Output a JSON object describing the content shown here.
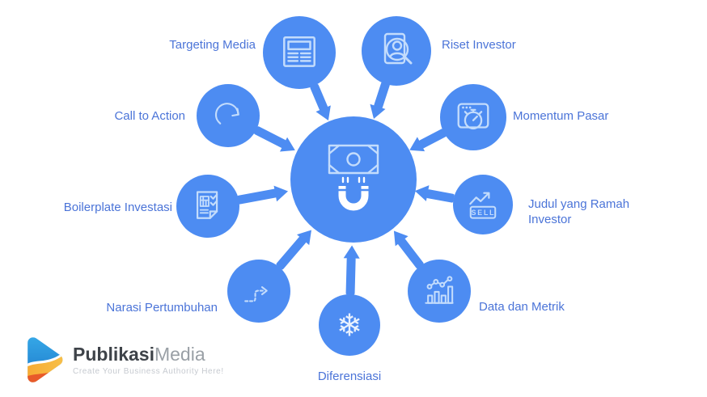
{
  "diagram": {
    "center_icon": "money-magnet",
    "nodes": [
      {
        "label": "Targeting Media",
        "icon": "newspaper"
      },
      {
        "label": "Riset Investor",
        "icon": "investor-search"
      },
      {
        "label": "Call to Action",
        "icon": "circular-arrow"
      },
      {
        "label": "Momentum Pasar",
        "icon": "browser-stopwatch"
      },
      {
        "label": "Boilerplate Investasi",
        "icon": "checklist-document"
      },
      {
        "label": "Judul yang Ramah Investor",
        "icon": "sell-trend-chart"
      },
      {
        "label": "Narasi Pertumbuhan",
        "icon": "dashed-growth-path"
      },
      {
        "label": "Diferensiasi",
        "icon": "snowflake"
      },
      {
        "label": "Data dan Metrik",
        "icon": "bar-line-chart"
      }
    ],
    "sell_label": "SELL",
    "snowflake_glyph": "❄"
  },
  "branding": {
    "name_bold": "Publikasi",
    "name_light": "Media",
    "tagline": "Create Your Business Authority Here!"
  },
  "colors": {
    "node_blue": "#4D8CF2",
    "label_blue": "#4B74D8",
    "icon_stroke": "#C3DCFC",
    "logo_dark": "#3E4349",
    "logo_light": "#9AA0A6",
    "tagline_gray": "#C6CAD0",
    "logo_mark_blue": "#2D9CDB",
    "logo_mark_orange": "#F2994A",
    "logo_mark_red": "#EB5757",
    "logo_mark_yellow": "#F2C94C"
  }
}
